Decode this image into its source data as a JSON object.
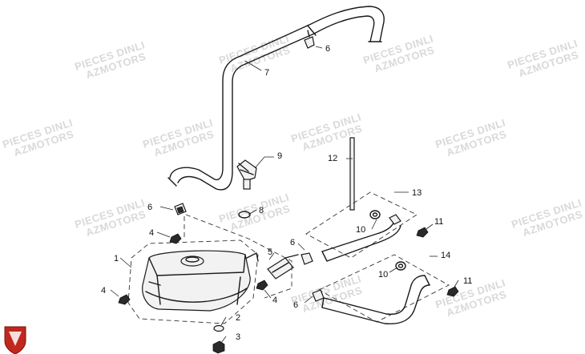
{
  "watermark": {
    "line1": "PIECES DINLI",
    "line2": "AZMOTORS"
  },
  "callouts": {
    "c1": "1",
    "c2": "2",
    "c3": "3",
    "c4a": "4",
    "c4b": "4",
    "c4c": "4",
    "c5": "5",
    "c6a": "6",
    "c6b": "6",
    "c6c": "6",
    "c6d": "6",
    "c7": "7",
    "c8": "8",
    "c9": "9",
    "c10a": "10",
    "c10b": "10",
    "c11a": "11",
    "c11b": "11",
    "c12": "12",
    "c13": "13",
    "c14": "14"
  },
  "colors": {
    "logo_red": "#c0281e",
    "watermark_gray": "#d9d9d9",
    "line": "#1a1a1a"
  }
}
